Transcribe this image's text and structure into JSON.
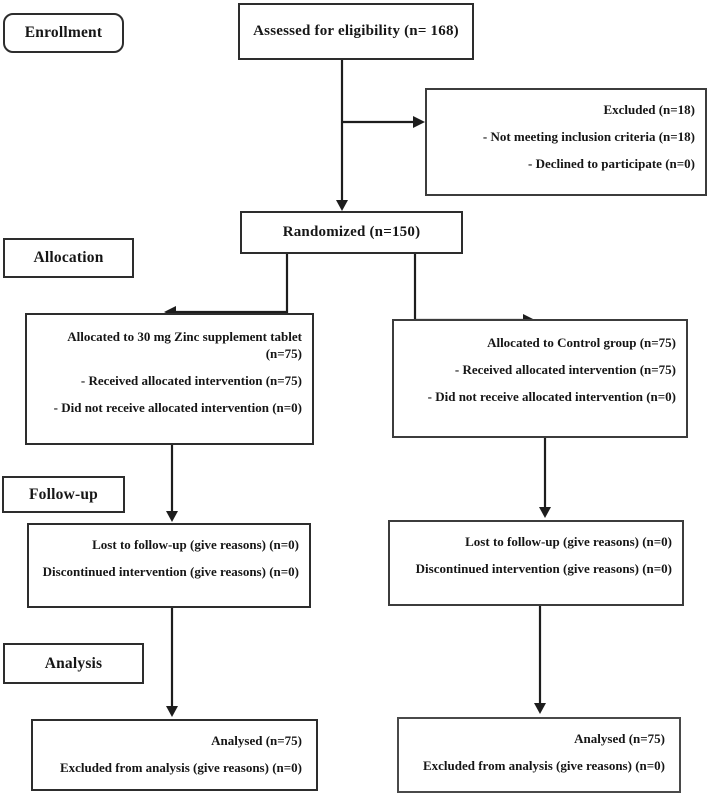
{
  "stages": {
    "enrollment": "Enrollment",
    "allocation": "Allocation",
    "followup": "Follow-up",
    "analysis": "Analysis"
  },
  "boxes": {
    "assessed": {
      "text": "Assessed for eligibility (n= 168)"
    },
    "excluded": {
      "title": "Excluded (n=18)",
      "reason_1": "- Not meeting inclusion criteria (n=18)",
      "reason_2": "- Declined to participate (n=0)"
    },
    "randomized": {
      "text": "Randomized (n=150)"
    },
    "allocation_left": {
      "title": "Allocated to 30 mg Zinc supplement tablet (n=75)",
      "item_1": "- Received allocated intervention (n=75)",
      "item_2": "- Did not receive allocated intervention (n=0)"
    },
    "allocation_right": {
      "title": "Allocated to Control group (n=75)",
      "item_1": "- Received allocated intervention (n=75)",
      "item_2": "- Did not receive allocated intervention (n=0)"
    },
    "followup_left": {
      "line_1": "Lost to follow-up (give reasons) (n=0)",
      "line_2": "Discontinued intervention (give reasons) (n=0)"
    },
    "followup_right": {
      "line_1": "Lost to follow-up (give reasons) (n=0)",
      "line_2": "Discontinued intervention (give reasons) (n=0)"
    },
    "analysis_left": {
      "line_1": "Analysed (n=75)",
      "line_2": "Excluded from analysis (give reasons) (n=0)"
    },
    "analysis_right": {
      "line_1": "Analysed (n=75)",
      "line_2": "Excluded from analysis (give reasons) (n=0)"
    }
  },
  "counts": {
    "assessed": 168,
    "excluded": 18,
    "not_meeting_criteria": 18,
    "declined": 0,
    "randomized": 150,
    "allocated_zinc": 75,
    "allocated_control": 75,
    "analysed_per_arm": 75
  },
  "colors": {
    "background": "#ffffff",
    "border": "#2d2d2d",
    "text": "#161616",
    "connector": "#1d1d1d"
  }
}
